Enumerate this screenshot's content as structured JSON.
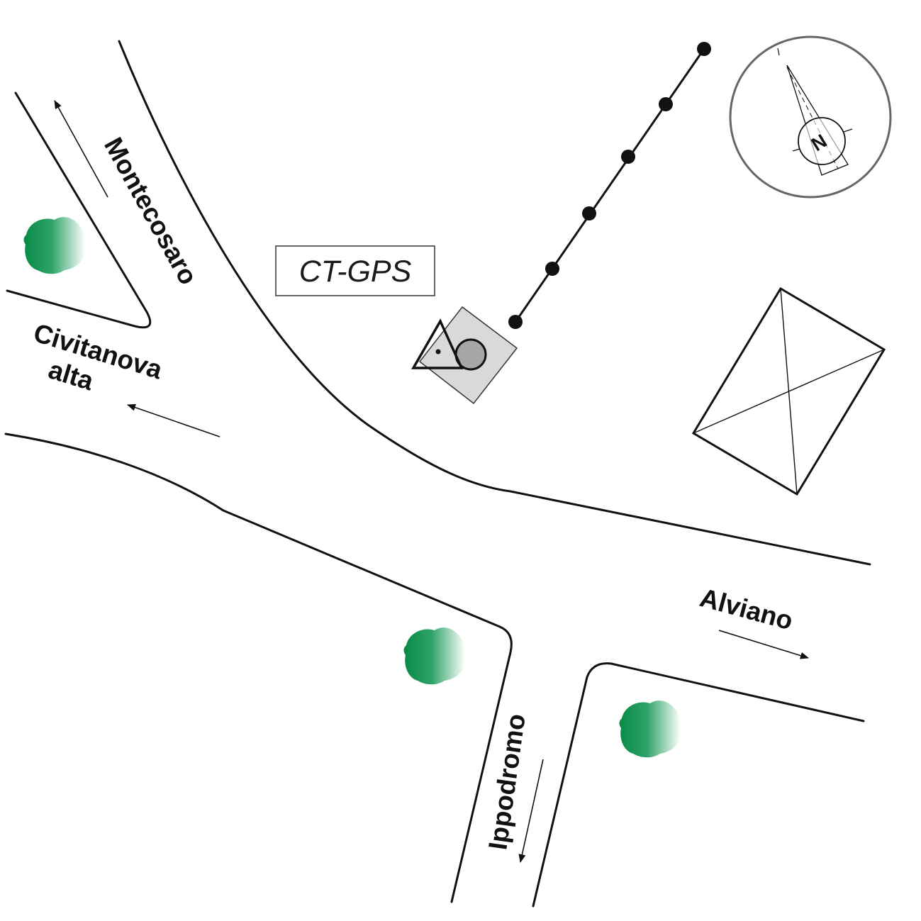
{
  "station": {
    "label": "CT-GPS"
  },
  "roads": {
    "montecosaro": "Montecosaro",
    "civitanova_line1": "Civitanova",
    "civitanova_line2": "alta",
    "alviano": "Alviano",
    "ippodromo": "Ippodromo"
  },
  "compass": {
    "north_label": "N"
  },
  "colors": {
    "roads": "#111111",
    "trees": "#0f8f4c",
    "station_pad": "#d9d9d9",
    "antenna": "#a6a6a6",
    "compass_ring": "#666666"
  },
  "icons": {
    "tree": "tree-icon",
    "benchmark": "triangle-benchmark-icon",
    "antenna": "gps-antenna-icon",
    "fence": "fence-posts-line",
    "building": "building-outline-icon",
    "compass": "north-arrow-icon"
  }
}
